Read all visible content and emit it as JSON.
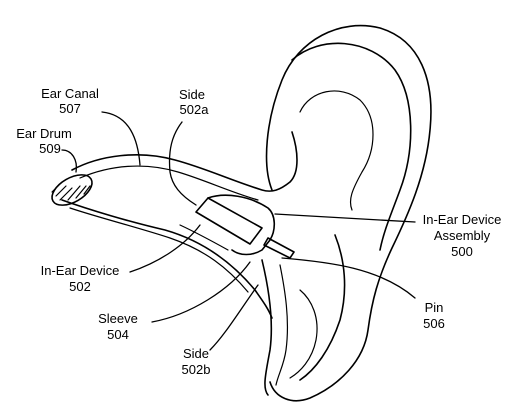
{
  "figure": {
    "labels": {
      "ear_canal": {
        "name": "Ear Canal",
        "ref": "507"
      },
      "ear_drum": {
        "name": "Ear Drum",
        "ref": "509"
      },
      "side_a": {
        "name": "Side",
        "ref": "502a"
      },
      "assembly": {
        "name1": "In-Ear Device",
        "name2": "Assembly",
        "ref": "500"
      },
      "device": {
        "name": "In-Ear Device",
        "ref": "502"
      },
      "sleeve": {
        "name": "Sleeve",
        "ref": "504"
      },
      "pin": {
        "name": "Pin",
        "ref": "506"
      },
      "side_b": {
        "name": "Side",
        "ref": "502b"
      }
    }
  }
}
